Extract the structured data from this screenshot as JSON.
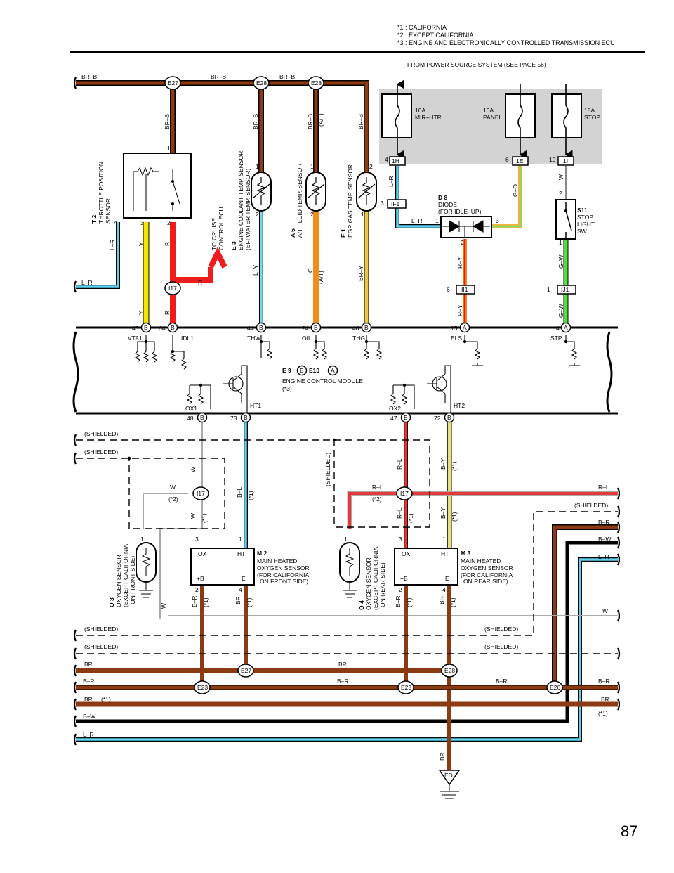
{
  "notes": [
    {
      "mark": "*1",
      "text": ": CALIFORNIA"
    },
    {
      "mark": "*2",
      "text": ": EXCEPT CALIFORNIA"
    },
    {
      "mark": "*3",
      "text": ": ENGINE AND ELECTRONICALLY CONTROLLED TRANSMISSION ECU"
    }
  ],
  "power_source": "FROM POWER SOURCE SYSTEM (SEE PAGE 56)",
  "fuses": [
    {
      "amp": "10A",
      "name": "MIR–HTR",
      "pin": "4",
      "conn": "1H"
    },
    {
      "amp": "10A",
      "name": "PANEL",
      "pin": "6",
      "conn": "1E"
    },
    {
      "amp": "15A",
      "name": "STOP",
      "pin": "10",
      "conn": "1I"
    }
  ],
  "junctions": {
    "e27": "E27",
    "e28": "E28",
    "i17": "I17",
    "if1": "IF1",
    "ii1": "II1",
    "ij1": "IJ1",
    "e23": "E23",
    "e26": "E26",
    "ed": "ED"
  },
  "components": {
    "t2": {
      "code": "T 2",
      "name1": "THROTTLE POSITION",
      "name2": "SENSOR"
    },
    "e3": {
      "code": "E 3",
      "name1": "ENGINE COOLANT TEMP. SENSOR",
      "name2": "(EFI WATER TEMP. SENSOR)"
    },
    "a5": {
      "code": "A 5",
      "name1": "A/T FLUID TEMP. SENSOR"
    },
    "e1": {
      "code": "E 1",
      "name1": "EGR GAS TEMP. SENSOR"
    },
    "d8": {
      "code": "D 8",
      "name1": "DIODE",
      "name2": "(FOR IDLE–UP)"
    },
    "s11": {
      "code": "S11",
      "name1": "STOP",
      "name2": "LIGHT",
      "name3": "SW"
    },
    "cruise": {
      "name1": "TO CRUISE",
      "name2": "CONTROL ECU"
    },
    "ecm": {
      "code_a": "E 9",
      "conn_b": "B",
      "code_b": "E10",
      "conn_a": "A",
      "name": "ENGINE CONTROL MODULE",
      "note": "(*3)"
    },
    "m2": {
      "code": "M 2",
      "l1": "MAIN HEATED",
      "l2": "OXYGEN SENSOR",
      "l3": "(FOR CALIFORNIA",
      "l4": "ON FRONT SIDE)"
    },
    "m3": {
      "code": "M 3",
      "l1": "MAIN HEATED",
      "l2": "OXYGEN SENSOR",
      "l3": "(FOR CALIFORNIA",
      "l4": "ON REAR SIDE)"
    },
    "o3": {
      "code": "O 3",
      "l1": "OXYGEN SENSOR",
      "l2": "(EXCEPT CALIFORNIA",
      "l3": "ON FRONT SIDE)"
    },
    "o4": {
      "code": "O 4",
      "l1": "OXYGEN SENSOR",
      "l2": "(EXCEPT CALIFORNIA",
      "l3": "ON REAR SIDE)"
    }
  },
  "ecm_top_pins": [
    {
      "pin": "43",
      "conn": "B",
      "name": "VTA1"
    },
    {
      "pin": "64",
      "conn": "B",
      "name": "IDL1"
    },
    {
      "pin": "44",
      "conn": "B",
      "name": "THW"
    },
    {
      "pin": "24",
      "conn": "B",
      "name": "OIL"
    },
    {
      "pin": "46",
      "conn": "B",
      "name": "THG"
    },
    {
      "pin": "15",
      "conn": "A",
      "name": "ELS"
    },
    {
      "pin": "4",
      "conn": "A",
      "name": "STP"
    }
  ],
  "ecm_bottom_pins": [
    {
      "pin": "48",
      "conn": "B",
      "name": "OX1"
    },
    {
      "pin": "73",
      "conn": "B",
      "name": "HT1"
    },
    {
      "pin": "47",
      "conn": "B",
      "name": "OX2"
    },
    {
      "pin": "72",
      "conn": "B",
      "name": "HT2"
    }
  ],
  "sensor_labels": {
    "ox": "OX",
    "ht": "HT",
    "b": "+B",
    "e": "E"
  },
  "wires": {
    "br_b": "BR–B",
    "l_r": "L–R",
    "y": "Y",
    "r": "R",
    "l_y": "L–Y",
    "o": "O",
    "at": "(A/T)",
    "br_y": "BR–Y",
    "r_y": "R–Y",
    "g_o": "G–O",
    "g_w": "G–W",
    "w": "W",
    "b_l": "B–L",
    "r_l": "R–L",
    "b_y": "B–Y",
    "b_r": "B–R",
    "br": "BR",
    "b_w": "B–W",
    "star1": "(*1)",
    "star2": "(*2)",
    "shielded": "(SHIELDED)"
  },
  "pins": {
    "p1": "1",
    "p2": "2",
    "p3": "3",
    "p4": "4"
  },
  "page_number": "87"
}
